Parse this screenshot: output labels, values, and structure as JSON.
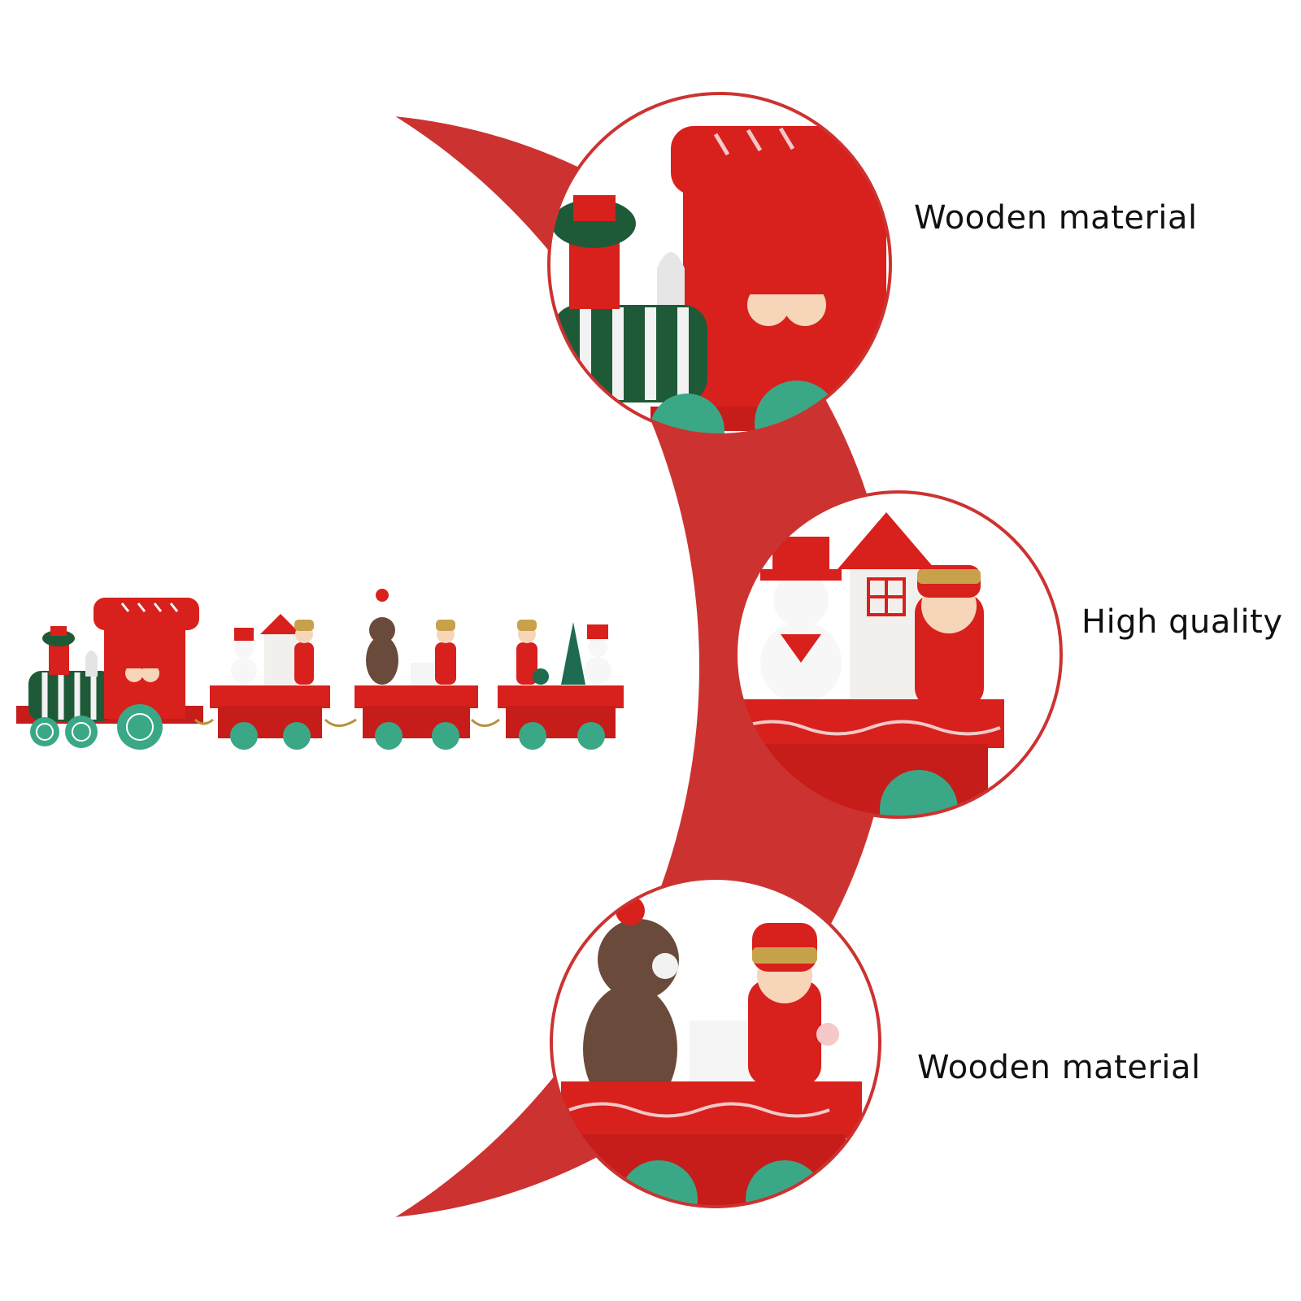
{
  "features": [
    {
      "label": "Wooden material",
      "detail": "locomotive-closeup"
    },
    {
      "label": "High quality",
      "detail": "snowman-car-closeup"
    },
    {
      "label": "Wooden material",
      "detail": "bear-car-closeup"
    }
  ],
  "colors": {
    "accent_red": "#cc3330",
    "toy_red": "#d8201c",
    "toy_green": "#1e5a38",
    "wheel_teal": "#3aa886",
    "gold": "#c8a24a",
    "bear_brown": "#6a4a3a",
    "text": "#111111",
    "background": "#ffffff"
  }
}
